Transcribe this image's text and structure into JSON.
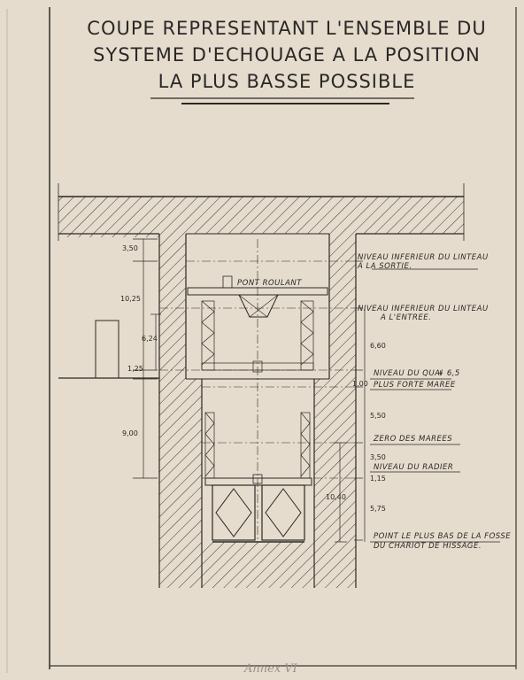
{
  "title": {
    "line1": "COUPE REPRESENTANT L'ENSEMBLE DU",
    "line2": "SYSTEME D'ECHOUAGE A LA POSITION",
    "line3": "LA PLUS BASSE POSSIBLE"
  },
  "crane_label": "PONT ROULANT",
  "levels": {
    "lintel_exit_1": "NIVEAU INFERIEUR DU LINTEAU",
    "lintel_exit_2": "A LA SORTIE.",
    "lintel_entry_1": "NIVEAU INFERIEUR DU LINTEAU",
    "lintel_entry_2": "A L'ENTREE.",
    "quay": "NIVEAU DU QUAI",
    "quay_value": "+ 6,5",
    "high_tide": "PLUS FORTE MAREE",
    "tide_zero": "ZERO DES MAREES",
    "floor": "NIVEAU DU RADIER",
    "lowest_1": "POINT LE PLUS BAS DE LA FOSSE",
    "lowest_2": "DU CHARIOT DE HISSAGE."
  },
  "dimensions": {
    "left": {
      "d1": "3,50",
      "d2": "10,25",
      "d3": "6,24",
      "d4": "1,25",
      "d5": "9,00"
    },
    "right": {
      "d1": "6,60",
      "d2": "1,00",
      "d3": "5,50",
      "d4": "3,50",
      "d5": "1,15",
      "d6": "10,40",
      "d7": "5,75"
    }
  },
  "footer": "Annex VI",
  "colors": {
    "paper": "#e6dccd",
    "ink": "#2a2826",
    "border": "#3a3632"
  }
}
